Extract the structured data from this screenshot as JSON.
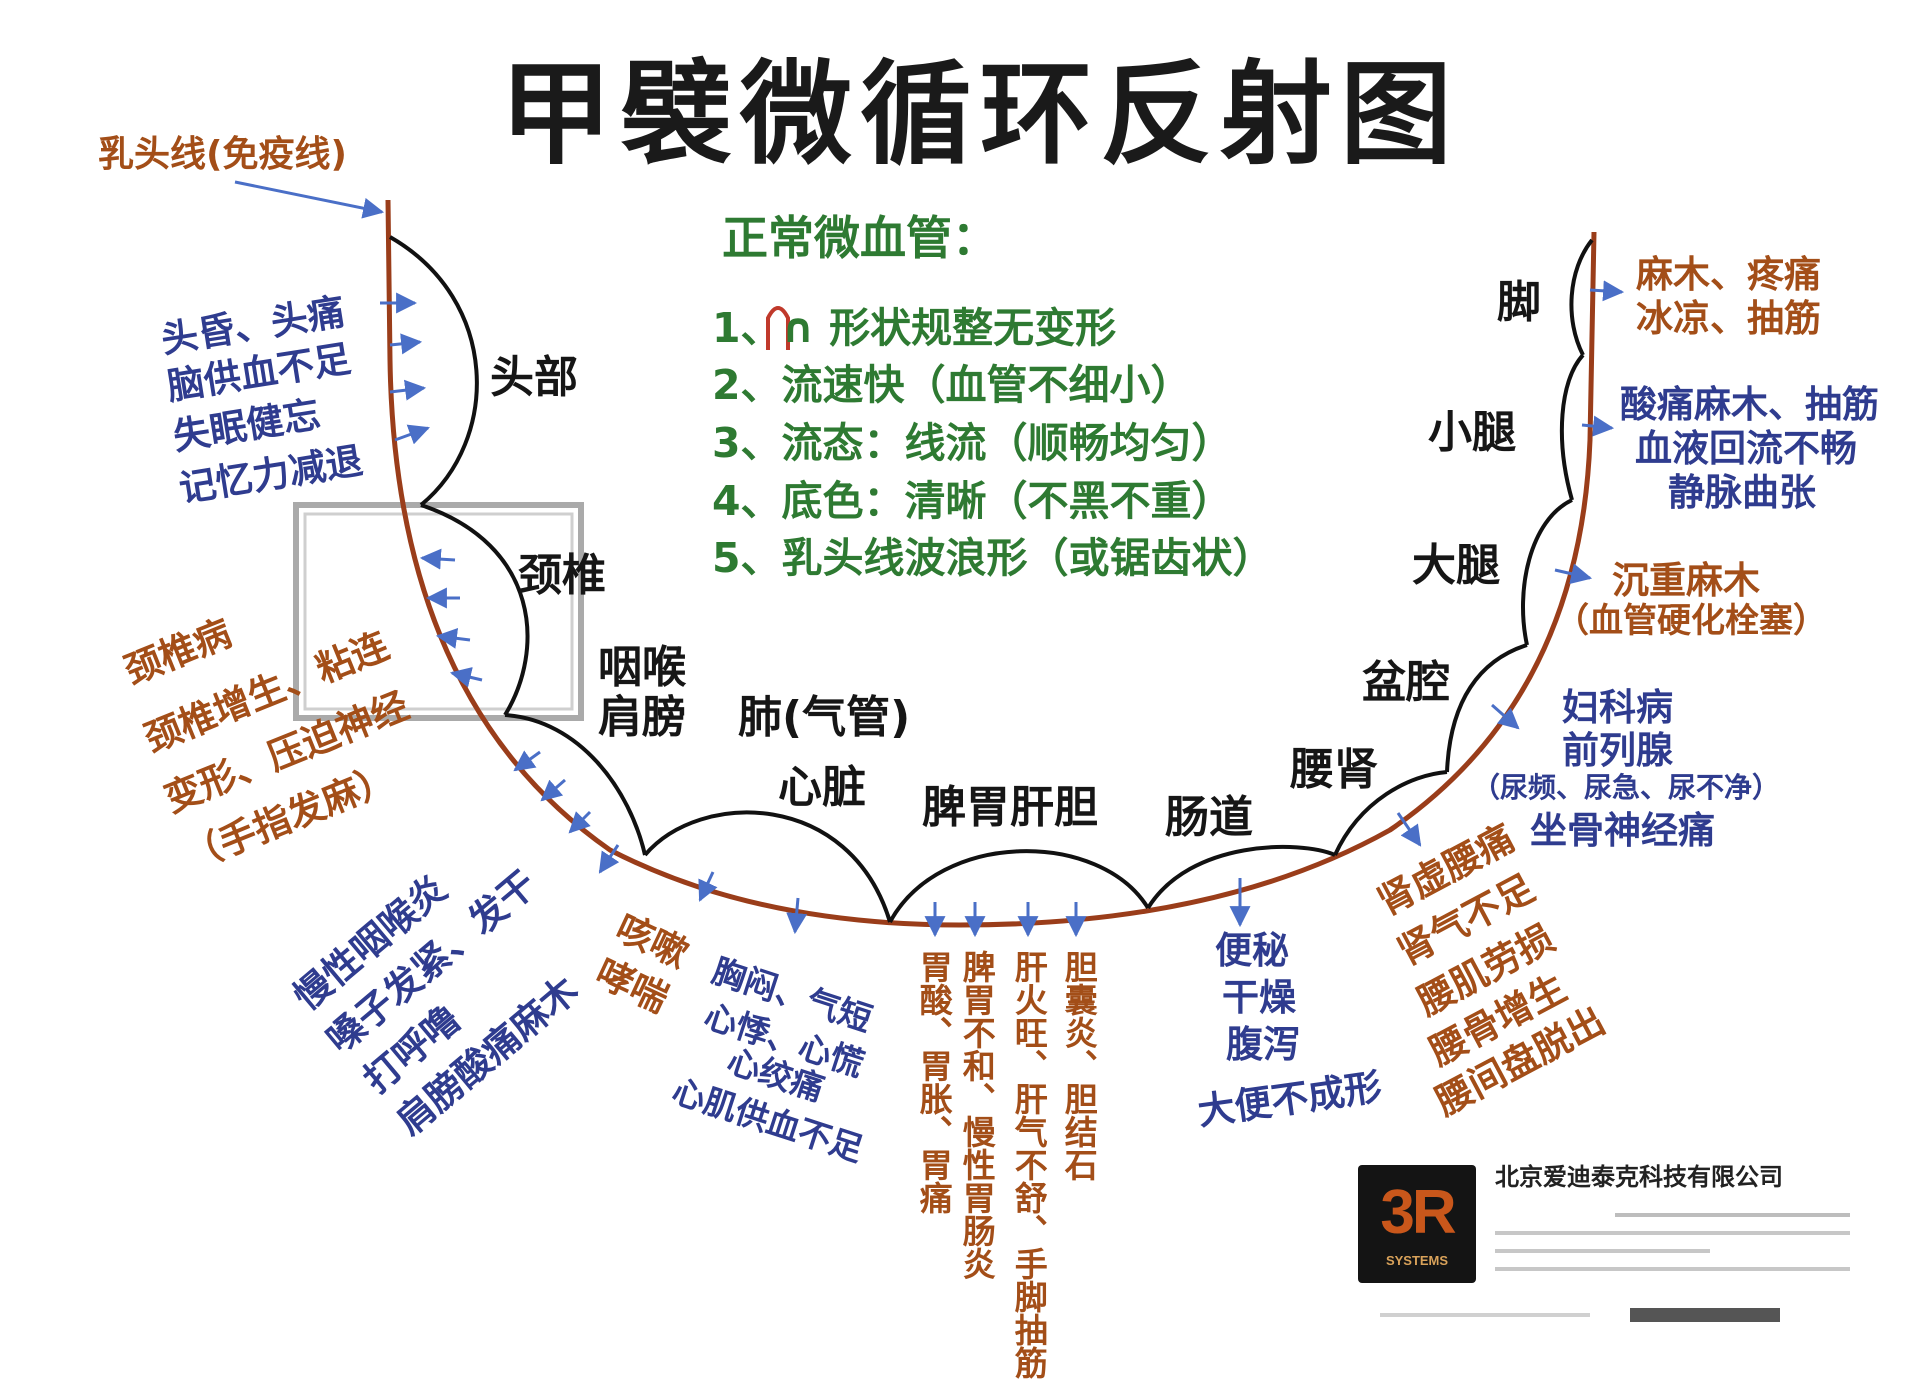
{
  "title": "甲襞微循环反射图",
  "nipple_line": "乳头线(免疫线)",
  "normal": {
    "heading": "正常微血管：",
    "items": [
      "1、∩ 形状规整无变形",
      "2、流速快（血管不细小）",
      "3、流态：线流（顺畅均匀）",
      "4、底色：清晰（不黑不重）",
      "5、乳头线波浪形（或锯齿状）"
    ]
  },
  "regions": {
    "head": "头部",
    "cervical": "颈椎",
    "throat": "咽喉",
    "shoulder": "肩膀",
    "lung": "肺(气管)",
    "heart": "心脏",
    "digestive": "脾胃肝胆",
    "intestine": "肠道",
    "kidney": "腰肾",
    "pelvis": "盆腔",
    "thigh": "大腿",
    "calf": "小腿",
    "foot": "脚"
  },
  "symptoms": {
    "head": [
      "头昏、头痛",
      "脑供血不足",
      "失眠健忘",
      "记忆力减退"
    ],
    "cervical": [
      "颈椎病",
      "颈椎增生、粘连",
      "变形、压迫神经",
      "（手指发麻）"
    ],
    "throat": [
      "慢性咽喉炎",
      "嗓子发紧、发干",
      "打呼噜",
      "肩膀酸痛麻木"
    ],
    "lung": [
      "咳嗽",
      "哮喘"
    ],
    "heart": [
      "胸闷、气短",
      "心悸、心慌",
      "心绞痛",
      "心肌供血不足"
    ],
    "stomach": "胃酸、胃胀、胃痛",
    "spleen": "脾胃不和、慢性胃肠炎",
    "liver": "肝火旺、肝气不舒、手脚抽筋",
    "gallbladder": "胆囊炎、胆结石",
    "intestine": [
      "便秘",
      "干燥",
      "腹泻",
      "大便不成形"
    ],
    "kidney": [
      "肾虚腰痛",
      "肾气不足",
      "腰肌劳损",
      "腰骨增生",
      "腰间盘脱出"
    ],
    "pelvis": [
      "妇科病",
      "前列腺",
      "（尿频、尿急、尿不净）",
      "坐骨神经痛"
    ],
    "thigh": [
      "沉重麻木",
      "（血管硬化栓塞）"
    ],
    "calf": [
      "酸痛麻木、抽筋",
      "血液回流不畅",
      "静脉曲张"
    ],
    "foot": [
      "麻木、疼痛",
      "冰凉、抽筋"
    ]
  },
  "logo": {
    "mark": "3R",
    "sub": "SYSTEMS",
    "company": "北京爱迪泰克科技有限公司"
  },
  "colors": {
    "curve": "#9a3d1a",
    "arc": "#111111",
    "blue_text": "#2f3c8f",
    "brown_text": "#a34e18",
    "green_text": "#2e7a32",
    "arrow": "#4a6fc7"
  }
}
